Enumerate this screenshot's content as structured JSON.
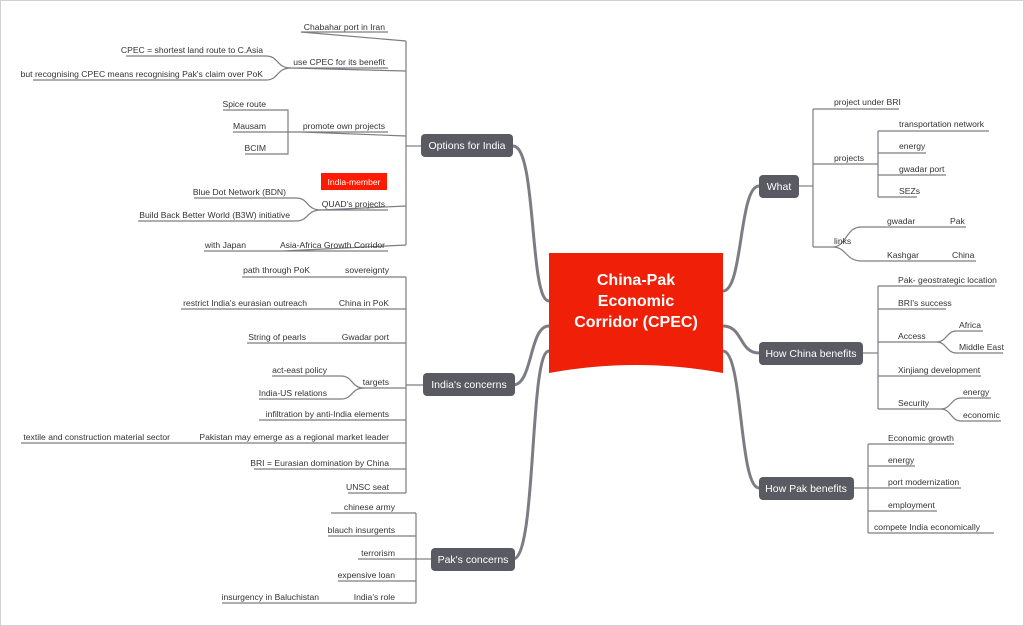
{
  "colors": {
    "center": "#f01f07",
    "pill": "#5a5a62",
    "line": "#7c7c84",
    "text": "#333333",
    "tag": "#ff1a00"
  },
  "center": {
    "lines": [
      "China-Pak",
      "Economic",
      "Corridor (CPEC)"
    ]
  },
  "branches": {
    "options": {
      "label": "Options for India",
      "chabahar": "Chabahar port in Iran",
      "use_cpec": "use CPEC for its benefit",
      "cpec_shortest": "CPEC = shortest land route to C.Asia",
      "recognising": "but recognising CPEC means recognising Pak's claim over PoK",
      "promote": "promote own projects",
      "spice": "Spice route",
      "mausam": "Mausam",
      "bcim": "BCIM",
      "quad": "QUAD's projects",
      "quad_tag": "India-member",
      "bdn": "Blue Dot Network (BDN)",
      "b3w": "Build Back Better World (B3W) initiative",
      "aagc": "Asia-Africa Growth Corridor",
      "japan": "with Japan"
    },
    "concerns": {
      "label": "India's concerns",
      "sovereignty": "sovereignty",
      "path_pok": "path through PoK",
      "china_pok": "China in PoK",
      "restrict": "restrict India's eurasian outreach",
      "gwadar": "Gwadar port",
      "pearls": "String of pearls",
      "targets": "targets",
      "act_east": "act-east policy",
      "india_us": "India-US relations",
      "infiltration": "infiltration by anti-India elements",
      "market_leader": "Pakistan may emerge as a regional market leader",
      "textile": "textile and construction material sector",
      "bri_eurasian": "BRI = Eurasian domination by China",
      "unsc": "UNSC seat"
    },
    "pak_concerns": {
      "label": "Pak's concerns",
      "army": "chinese army",
      "blauch": "blauch insurgents",
      "terrorism": "terrorism",
      "loan": "expensive loan",
      "india_role": "India's role",
      "baluchistan": "insurgency in Baluchistan"
    },
    "what": {
      "label": "What",
      "bri": "project under BRI",
      "projects": "projects",
      "transport": "transportation network",
      "energy": "energy",
      "gwadar_port": "gwadar port",
      "sezs": "SEZs",
      "links": "links",
      "gwadar": "gwadar",
      "pak": "Pak",
      "kashgar": "Kashgar",
      "china": "China"
    },
    "china_benefits": {
      "label": "How China benefits",
      "geo": "Pak- geostrategic location",
      "bri_success": "BRI's success",
      "access": "Access",
      "africa": "Africa",
      "middle_east": "Middle East",
      "xinjiang": "Xinjiang development",
      "security": "Security",
      "energy": "energy",
      "economic": "economic"
    },
    "pak_benefits": {
      "label": "How Pak benefits",
      "growth": "Economic growth",
      "energy": "energy",
      "port": "port modernization",
      "employment": "employment",
      "compete": "compete India economically"
    }
  }
}
